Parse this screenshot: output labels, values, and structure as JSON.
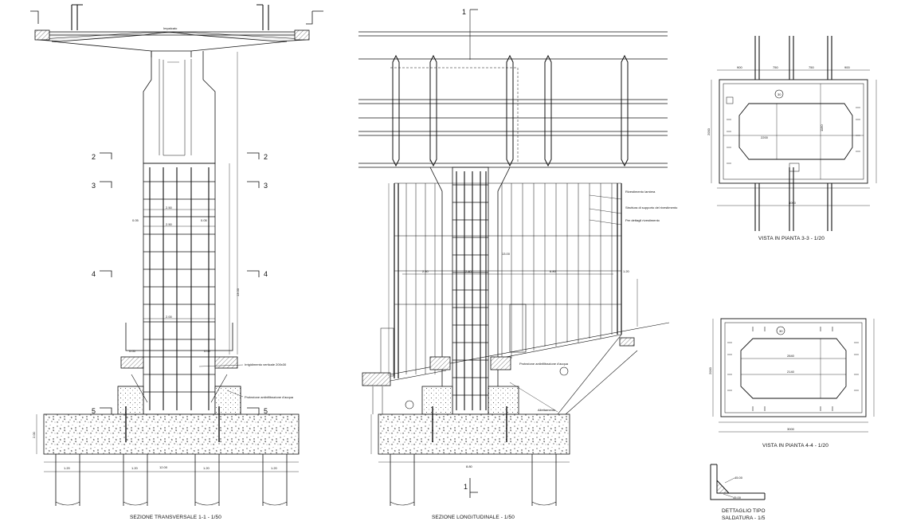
{
  "captions": {
    "sezione_trasversale": "SEZIONE TRANSVERSALE 1-1 - 1/50",
    "sezione_longitudinale": "SEZIONE LONGITUDINALE - 1/50",
    "pianta_3_3": "VISTA IN PIANTA 3-3 - 1/20",
    "pianta_4_4": "VISTA IN PIANTA 4-4 - 1/20",
    "dettaglio_line1": "DETTAGLIO TIPO",
    "dettaglio_line2": "SALDATURA - 1/5"
  },
  "section_marks": {
    "m1": "1",
    "m2": "2",
    "m3": "3",
    "m4": "4",
    "m5": "5"
  },
  "annotations": {
    "irrigidimento": "Irrigidimento verticale 200x30",
    "protezione": "Protezione antinfiltrazione d'acqua",
    "protezione_long": "Protezione antinfiltrazione d'acqua",
    "allettamento": "Allettamento",
    "rivestimento_1": "Rivestimento lamiera",
    "rivestimento_2": "Struttura di supporto del rivestimento",
    "rivestimento_3": "Per dettagli rivestimento",
    "impalcato": "Impalcato"
  },
  "dimensions": {
    "pile_w": "1.20",
    "pile_w2": "1.20",
    "pile_w3": "1.20",
    "pile_w4": "1.20",
    "plinth_w": "12.00",
    "plinth_h": "2.00",
    "col_h": "13.00",
    "col_w": "2.00",
    "col_w2": "2.50",
    "col_w3": "2.50",
    "side_a": "0.05",
    "side_b": "0.05",
    "side_c": "0.05",
    "side_d": "0.05",
    "long_a": "2.40",
    "long_b": "2.40",
    "long_c": "6.80",
    "long_d": "1.20",
    "long_plinth": "8.80",
    "long_total": "13.00",
    "plan_w": "3000",
    "plan_h": "2000",
    "plan_inner": "2200",
    "plan_inner2": "1150",
    "plan_b_w": "3000",
    "plan_b_inner": "2840",
    "plan_b_inner2": "2140",
    "plan_b_h": "2000",
    "plan_top_a": "900",
    "plan_top_b": "750",
    "plan_top_c": "750",
    "plan_top_d": "900",
    "weld_a": "45.00",
    "weld_b": "45.00",
    "circle_a": "30",
    "circle_b": "30"
  }
}
